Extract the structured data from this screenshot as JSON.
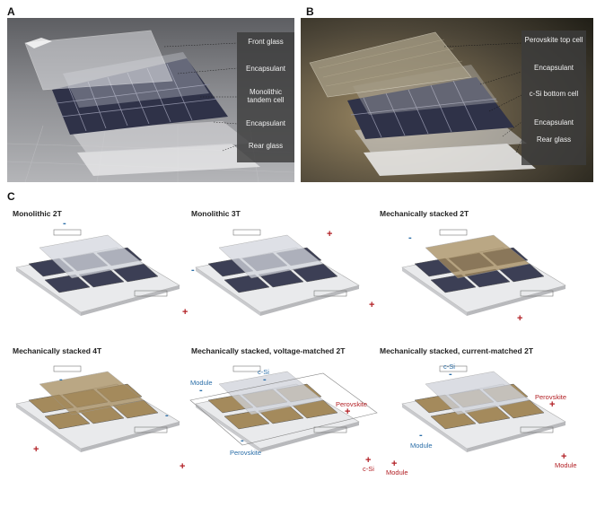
{
  "panel_a": {
    "letter": "A",
    "layers": [
      "Front glass",
      "Encapsulant",
      "Monolithic tandem cell",
      "Encapsulant",
      "Rear glass"
    ]
  },
  "panel_b": {
    "letter": "B",
    "layers": [
      "Perovskite top cell",
      "Encapsulant",
      "c-Si bottom cell",
      "Encapsulant",
      "Rear glass"
    ]
  },
  "panel_c": {
    "letter": "C",
    "configs": [
      {
        "title": "Monolithic 2T"
      },
      {
        "title": "Monolithic 3T"
      },
      {
        "title": "Mechanically stacked 2T"
      },
      {
        "title": "Mechanically stacked 4T"
      },
      {
        "title": "Mechanically stacked, voltage-matched 2T"
      },
      {
        "title": "Mechanically stacked, current-matched 2T"
      }
    ],
    "labels": {
      "module": "Module",
      "csi": "c-Si",
      "perovskite": "Perovskite",
      "minus": "-",
      "plus": "+"
    }
  },
  "colors": {
    "blue": "#2a6ea8",
    "red": "#b21f24",
    "cell": "#3c3f55",
    "perov": "#a48a5c"
  }
}
